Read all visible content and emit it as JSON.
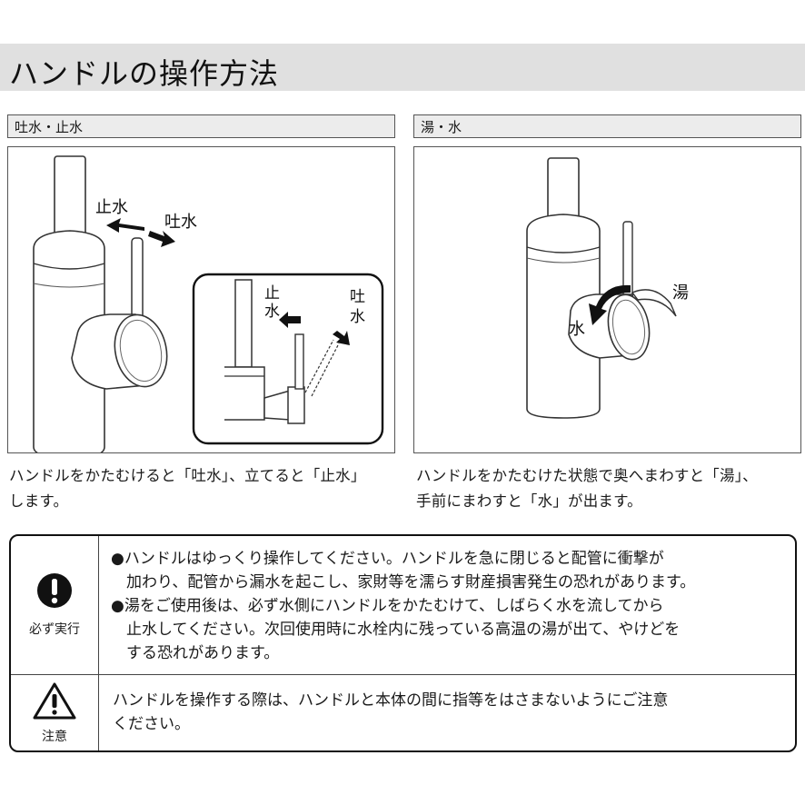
{
  "title": "ハンドルの操作方法",
  "panels": [
    {
      "label": "吐水・止水",
      "labels": {
        "stop": "止水",
        "spout": "吐水",
        "inset_stop": [
          "止",
          "水"
        ],
        "inset_spout": [
          "吐",
          "水"
        ]
      },
      "caption": [
        "ハンドルをかたむけると「吐水」、立てると「止水」",
        "します。"
      ]
    },
    {
      "label": "湯・水",
      "labels": {
        "hot": "湯",
        "cold": "水"
      },
      "caption": [
        "ハンドルをかたむけた状態で奥へまわすと「湯」、",
        "手前にまわすと「水」が出ます。"
      ]
    }
  ],
  "warnings": {
    "mandatory": {
      "label": "必ず実行",
      "icon": "exclamation-circle-icon",
      "lines": [
        "●ハンドルはゆっくり操作してください。ハンドルを急に閉じると配管に衝撃が",
        "加わり、配管から漏水を起こし、家財等を濡らす財産損害発生の恐れがあります。",
        "●湯をご使用後は、必ず水側にハンドルをかたむけて、しばらく水を流してから",
        "止水してください。次回使用時に水栓内に残っている高温の湯が出て、やけどを",
        "する恐れがあります。"
      ]
    },
    "caution": {
      "label": "注意",
      "icon": "warning-triangle-icon",
      "lines": [
        "ハンドルを操作する際は、ハンドルと本体の間に指等をはさまないようにご注意",
        "ください。"
      ]
    }
  }
}
